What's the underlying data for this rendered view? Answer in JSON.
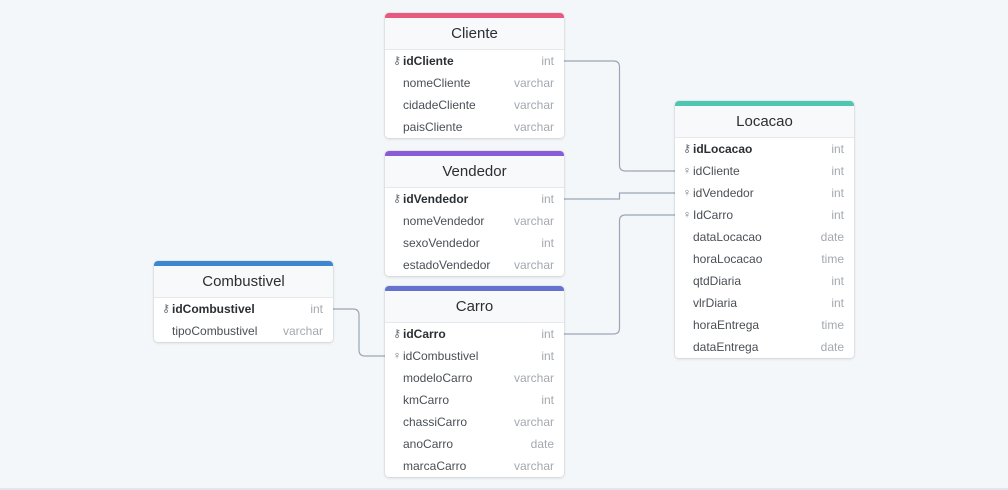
{
  "colors": {
    "Cliente": "#e8587f",
    "Vendedor": "#8a5bd6",
    "Carro": "#6672cf",
    "Combustivel": "#3c87d0",
    "Locacao": "#4fc6b2",
    "link": "#9aa6b8"
  },
  "icons": {
    "pk": "key-icon",
    "fk": "foreign-key-pin-icon"
  },
  "tables": {
    "Cliente": {
      "title": "Cliente",
      "columns": [
        {
          "name": "idCliente",
          "type": "int",
          "key": "pk"
        },
        {
          "name": "nomeCliente",
          "type": "varchar",
          "key": ""
        },
        {
          "name": "cidadeCliente",
          "type": "varchar",
          "key": ""
        },
        {
          "name": "paisCliente",
          "type": "varchar",
          "key": ""
        }
      ]
    },
    "Vendedor": {
      "title": "Vendedor",
      "columns": [
        {
          "name": "idVendedor",
          "type": "int",
          "key": "pk"
        },
        {
          "name": "nomeVendedor",
          "type": "varchar",
          "key": ""
        },
        {
          "name": "sexoVendedor",
          "type": "int",
          "key": ""
        },
        {
          "name": "estadoVendedor",
          "type": "varchar",
          "key": ""
        }
      ]
    },
    "Carro": {
      "title": "Carro",
      "columns": [
        {
          "name": "idCarro",
          "type": "int",
          "key": "pk"
        },
        {
          "name": "idCombustivel",
          "type": "int",
          "key": "fk"
        },
        {
          "name": "modeloCarro",
          "type": "varchar",
          "key": ""
        },
        {
          "name": "kmCarro",
          "type": "int",
          "key": ""
        },
        {
          "name": "chassiCarro",
          "type": "varchar",
          "key": ""
        },
        {
          "name": "anoCarro",
          "type": "date",
          "key": ""
        },
        {
          "name": "marcaCarro",
          "type": "varchar",
          "key": ""
        }
      ]
    },
    "Combustivel": {
      "title": "Combustivel",
      "columns": [
        {
          "name": "idCombustivel",
          "type": "int",
          "key": "pk"
        },
        {
          "name": "tipoCombustivel",
          "type": "varchar",
          "key": ""
        }
      ]
    },
    "Locacao": {
      "title": "Locacao",
      "columns": [
        {
          "name": "idLocacao",
          "type": "int",
          "key": "pk"
        },
        {
          "name": "idCliente",
          "type": "int",
          "key": "fk"
        },
        {
          "name": "idVendedor",
          "type": "int",
          "key": "fk"
        },
        {
          "name": "IdCarro",
          "type": "int",
          "key": "fk"
        },
        {
          "name": "dataLocacao",
          "type": "date",
          "key": ""
        },
        {
          "name": "horaLocacao",
          "type": "time",
          "key": ""
        },
        {
          "name": "qtdDiaria",
          "type": "int",
          "key": ""
        },
        {
          "name": "vlrDiaria",
          "type": "int",
          "key": ""
        },
        {
          "name": "horaEntrega",
          "type": "time",
          "key": ""
        },
        {
          "name": "dataEntrega",
          "type": "date",
          "key": ""
        }
      ]
    }
  },
  "relationships": [
    {
      "from": "Cliente.idCliente",
      "to": "Locacao.idCliente"
    },
    {
      "from": "Vendedor.idVendedor",
      "to": "Locacao.idVendedor"
    },
    {
      "from": "Carro.idCarro",
      "to": "Locacao.IdCarro"
    },
    {
      "from": "Combustivel.idCombustivel",
      "to": "Carro.idCombustivel"
    }
  ]
}
